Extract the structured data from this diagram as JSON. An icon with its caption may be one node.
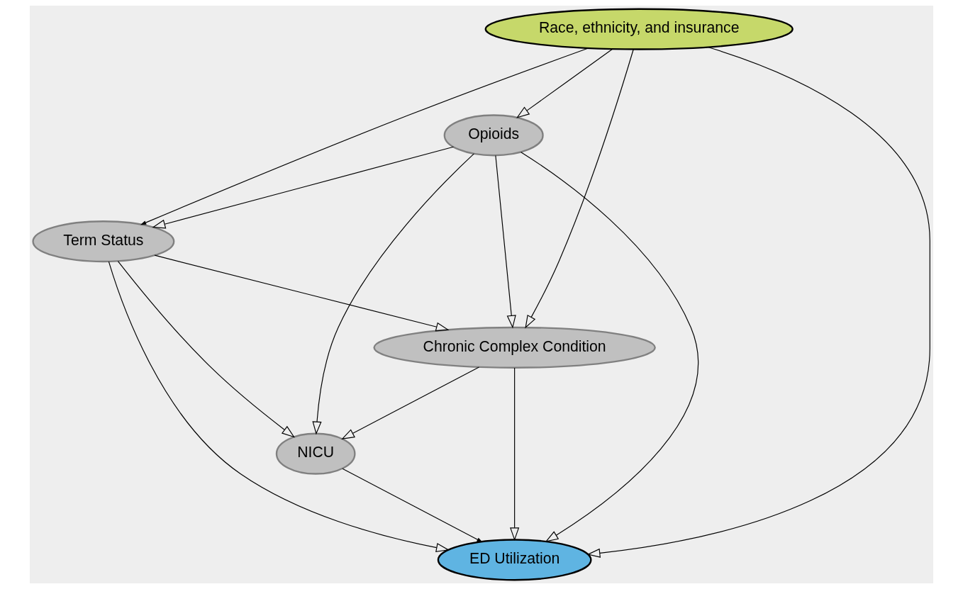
{
  "diagram": {
    "nodes": [
      {
        "text": [
          "Term Status"
        ]
      },
      {
        "text": [
          "Opioids"
        ]
      },
      {
        "text": [
          "Race, ethnicity, and insurance"
        ]
      },
      {
        "text": [
          "ED Utilization"
        ]
      },
      {
        "text": [
          "Chronic Complex Condition"
        ]
      },
      {
        "text": [
          "NICU"
        ]
      }
    ],
    "edges": [
      {
        "from": 1,
        "to": 0,
        "arrow": "to"
      },
      {
        "from": 2,
        "to": 0,
        "arrow": "to"
      },
      {
        "from": 2,
        "to": 1,
        "arrow": "to"
      },
      {
        "from": 2,
        "to": 3,
        "arrow": "to"
      },
      {
        "from": 2,
        "to": 4,
        "arrow": "to"
      },
      {
        "from": 0,
        "to": 3,
        "arrow": "to"
      },
      {
        "from": 0,
        "to": 4,
        "arrow": "to"
      },
      {
        "from": 0,
        "to": 5,
        "arrow": "to"
      },
      {
        "from": 1,
        "to": 4,
        "arrow": "to"
      },
      {
        "from": 1,
        "to": 5,
        "arrow": "to"
      },
      {
        "from": 1,
        "to": 3,
        "arrow": "to"
      },
      {
        "from": 4,
        "to": 3,
        "arrow": "to"
      },
      {
        "from": 4,
        "to": 5,
        "arrow": "to"
      },
      {
        "from": 5,
        "to": 3,
        "arrow": "to"
      }
    ]
  }
}
